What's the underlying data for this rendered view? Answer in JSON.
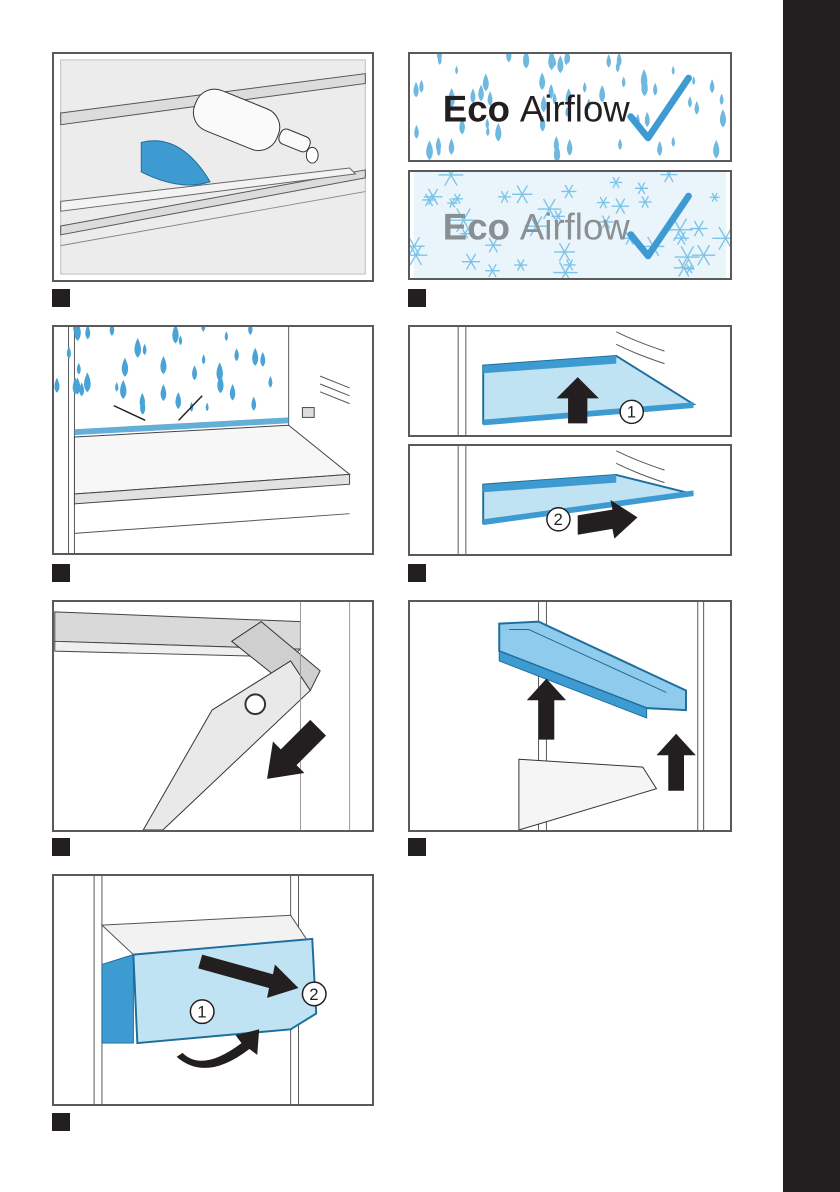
{
  "brand": {
    "eco_prefix": "Eco",
    "airflow": "Airflow"
  },
  "callouts": {
    "one": "1",
    "two": "2"
  },
  "colors": {
    "accent_blue": "#3d9bd1",
    "light_blue": "#bfe3f3",
    "frame": "#5a5a5a",
    "dark": "#231f20"
  },
  "icons": {
    "check": "check-icon",
    "drop": "water-drop-icon",
    "snow": "snowflake-icon",
    "arrow": "arrow-icon"
  }
}
